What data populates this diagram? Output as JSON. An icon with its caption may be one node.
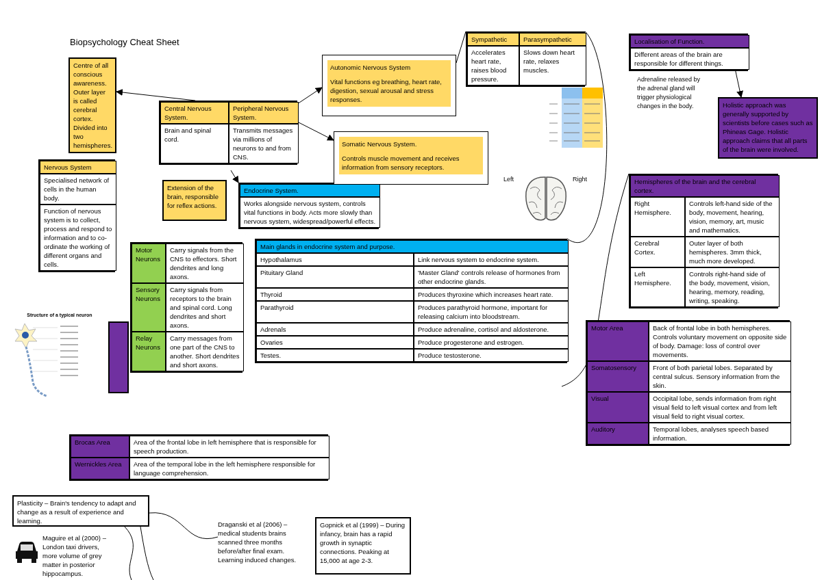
{
  "diagram": {
    "title": "Biopsychology Cheat Sheet",
    "nodes": [
      {
        "text": [
          "Centre of all conscious awareness. Outer layer is called cerebral cortex. Divided into two hemispheres."
        ]
      },
      {
        "text": [
          "Central Nervous System.",
          "Peripheral Nervous System.",
          "Brain and spinal cord.",
          "Transmits messages via millions of neurons to and from CNS."
        ]
      },
      {
        "text": [
          "Nervous System",
          "Specialised network of cells in the human body.",
          "Function of nervous system is to collect, process and respond to information and to co-ordinate the working of different organs and cells."
        ]
      },
      {
        "text": [
          "Extension of the brain, responsible for reflex actions."
        ]
      },
      {
        "text": [
          "Endocrine System.",
          "Works alongside nervous system, controls vital functions in body. Acts more slowly than nervous system, widespread/powerful effects."
        ]
      },
      {
        "text": [
          "Somatic Nervous System.",
          "Controls muscle movement and receives information from sensory receptors."
        ]
      },
      {
        "text": [
          "Autonomic Nervous System",
          "Vital functions eg breathing, heart rate, digestion, sexual arousal and stress responses."
        ]
      },
      {
        "text": [
          "Sympathetic",
          "Parasympathetic",
          "Accelerates heart rate, raises blood pressure.",
          "Slows down heart rate, relaxes muscles."
        ]
      },
      {
        "text": [
          "Localisation of Function.",
          "Different areas of the brain are responsible for different things."
        ]
      },
      {
        "text": [
          "Holistic approach was generally supported by scientists before cases such as Phineas Gage. Holistic approach claims that all parts of the brain were involved."
        ]
      },
      {
        "text": [
          "Hemispheres of the brain and the cerebral cortex.",
          "Right Hemisphere.",
          "Controls left-hand side of the body, movement, hearing, vision, memory, art, music and mathematics.",
          "Cerebral Cortex.",
          "Outer layer of both hemispheres. 3mm thick, much more developed.",
          "Left Hemisphere.",
          "Controls right-hand side of the body, movement, vision, hearing, memory, reading, writing, speaking."
        ]
      },
      {
        "text": [
          "Motor Neurons",
          "Carry signals from the CNS to effectors. Short dendrites and long axons.",
          "Sensory Neurons",
          "Carry signals from receptors to the brain and spinal cord. Long dendrites and short axons.",
          "Relay Neurons",
          "Carry messages from one part of the CNS to another. Short dendrites and short axons."
        ]
      },
      {
        "text": [
          "Main glands in endocrine system and purpose.",
          "Hypothalamus",
          "Link nervous system to endocrine system.",
          "Pituitary Gland",
          "'Master Gland' controls release of hormones from other endocrine glands.",
          "Thyroid",
          "Produces thyroxine which increases heart rate.",
          "Parathyroid",
          "Produces parathyroid hormone, important for releasing calcium into bloodstream.",
          "Adrenals",
          "Produce adrenaline, cortisol and aldosterone.",
          "Ovaries",
          "Produce progesterone and estrogen.",
          "Testes.",
          "Produce testosterone."
        ]
      },
      {
        "text": [],
        "shape": "box"
      },
      {
        "text": [
          "Structure of a typical neuron"
        ]
      },
      {
        "text": [
          "Motor Area",
          "Back of frontal lobe in both hemispheres. Controls voluntary movement on opposite side of body. Damage: loss of control over movements.",
          "Somatosensory",
          "Front of both parietal lobes. Separated by central sulcus. Sensory information from the skin.",
          "Visual",
          "Occipital lobe, sends information from right visual field to left visual cortex and from left visual field to right visual cortex.",
          "Auditory",
          "Temporal lobes, analyses speech based information."
        ]
      },
      {
        "text": [
          "Brocas Area",
          "Area of the frontal lobe in left hemisphere that is responsible for speech production.",
          "Wernickles Area",
          "Area of the temporal lobe in the left hemisphere responsible for language comprehension."
        ]
      },
      {
        "text": [
          "Plasticity – Brain's tendency to adapt and change as a result of experience and learning."
        ]
      },
      {
        "text": [
          "Maguire et al (2000) – London taxi drivers, more volume of grey matter in posterior hippocampus."
        ]
      },
      {
        "text": [],
        "shape": "picture"
      },
      {
        "text": [
          "Draganski et al (2006) – medical students brains scanned three months before/after final exam. Learning induced changes."
        ]
      },
      {
        "text": [
          "Gopnick et al (1999) – During infancy, brain has a rapid growth in synaptic connections. Peaking at 15,000 at age 2-3."
        ]
      },
      {
        "text": [],
        "shape": "picture"
      },
      {
        "text": [],
        "shape": "picture"
      }
    ],
    "edges": [
      {
        "from": 1,
        "to": 0,
        "arrow": "to"
      },
      {
        "from": 1,
        "to": 4,
        "arrow": "to"
      },
      {
        "from": 1,
        "to": 5,
        "arrow": "to"
      },
      {
        "from": 1,
        "to": 6,
        "arrow": "to"
      },
      {
        "from": 7,
        "to": 6,
        "arrow": "none"
      },
      {
        "from": 7,
        "to": 12,
        "arrow": "none"
      },
      {
        "from": 8,
        "to": 9,
        "arrow": "to"
      },
      {
        "from": 10,
        "to": null,
        "arrow": "none"
      },
      {
        "from": 17,
        "to": 20,
        "arrow": "none"
      },
      {
        "from": 17,
        "to": null,
        "arrow": "none"
      },
      {
        "from": 17,
        "to": null,
        "arrow": "none"
      }
    ],
    "labels": [
      "Adrenaline released by the adrenal gland will trigger physiological changes in the body.",
      "Left",
      "Right"
    ]
  }
}
